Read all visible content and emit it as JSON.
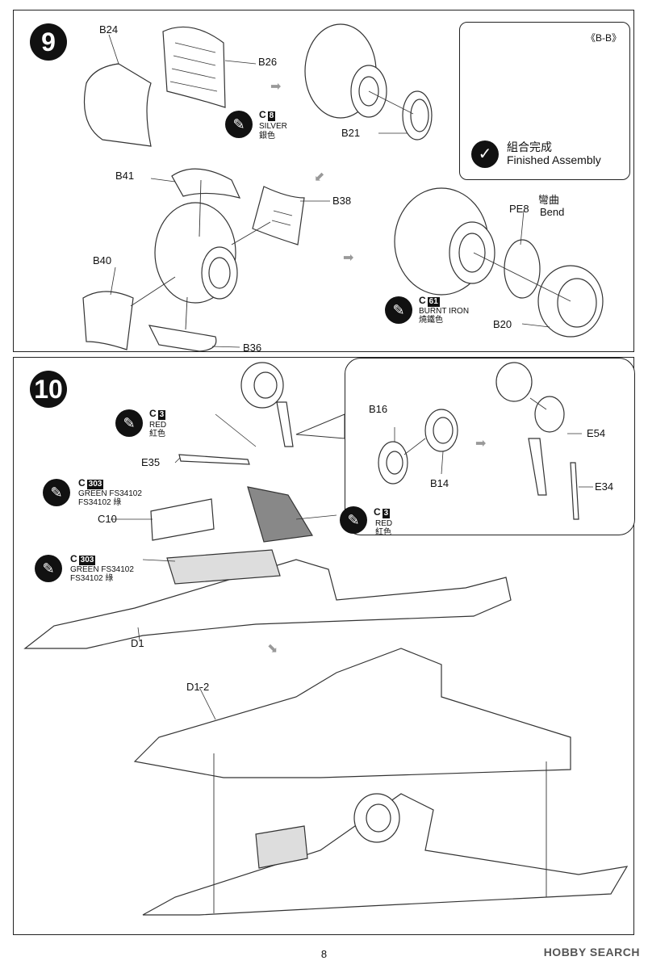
{
  "step9": {
    "number": "9",
    "parts": {
      "b24": "B24",
      "b26": "B26",
      "b21": "B21",
      "b41": "B41",
      "b38": "B38",
      "b40": "B40",
      "b36": "B36",
      "pe8": "PE8",
      "b20": "B20"
    },
    "bend_zh": "彎曲",
    "bend_en": "Bend",
    "color_silver": {
      "code": "C",
      "number": "8",
      "name_en": "SILVER",
      "name_zh": "銀色"
    },
    "color_burnt_iron": {
      "code": "C",
      "number": "61",
      "name_en": "BURNT IRON",
      "name_zh": "燒鐵色"
    },
    "bb_box": {
      "title": "《B-B》",
      "finished_zh": "組合完成",
      "finished_en": "Finished Assembly"
    }
  },
  "step10": {
    "number": "10",
    "parts": {
      "e35": "E35",
      "c10": "C10",
      "d1": "D1",
      "d1_2": "D1-2",
      "b16": "B16",
      "b14": "B14",
      "e54": "E54",
      "e34": "E34"
    },
    "color_red_1": {
      "code": "C",
      "number": "3",
      "name_en": "RED",
      "name_zh": "紅色"
    },
    "color_green_1": {
      "code": "C",
      "number": "303",
      "name_en": "GREEN FS34102",
      "name_zh": "FS34102 綠"
    },
    "color_green_2": {
      "code": "C",
      "number": "303",
      "name_en": "GREEN FS34102",
      "name_zh": "FS34102 綠"
    },
    "color_red_2": {
      "code": "C",
      "number": "3",
      "name_en": "RED",
      "name_zh": "紅色"
    }
  },
  "page_number": "8",
  "watermark": "HOBBY SEARCH"
}
